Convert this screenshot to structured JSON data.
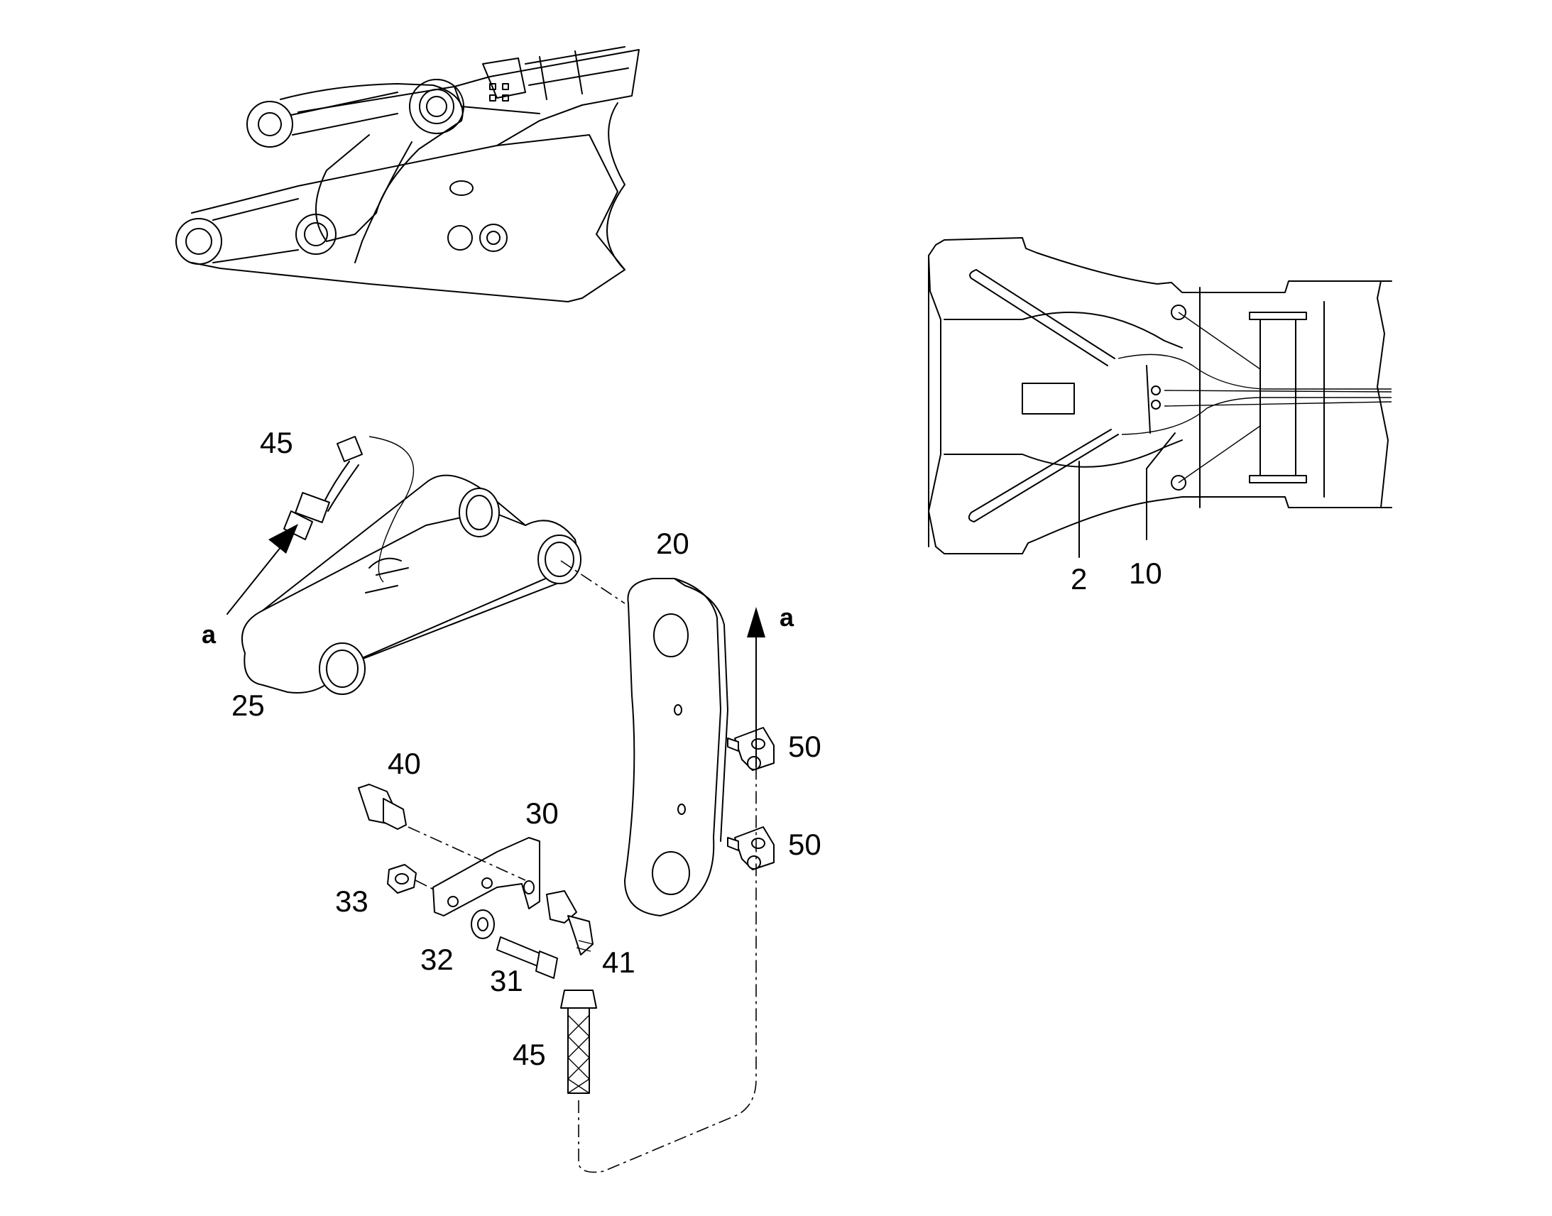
{
  "callouts": {
    "hose_top": "45",
    "hose_bottom": "45",
    "arrow_left": "a",
    "arrow_right": "a",
    "link": "20",
    "rocker": "25",
    "fitting_straight": "40",
    "bracket": "30",
    "nut": "33",
    "washer": "32",
    "bolt": "31",
    "elbow": "41",
    "clamp_upper": "50",
    "clamp_lower": "50",
    "pipe_2": "2",
    "pipe_10": "10"
  }
}
